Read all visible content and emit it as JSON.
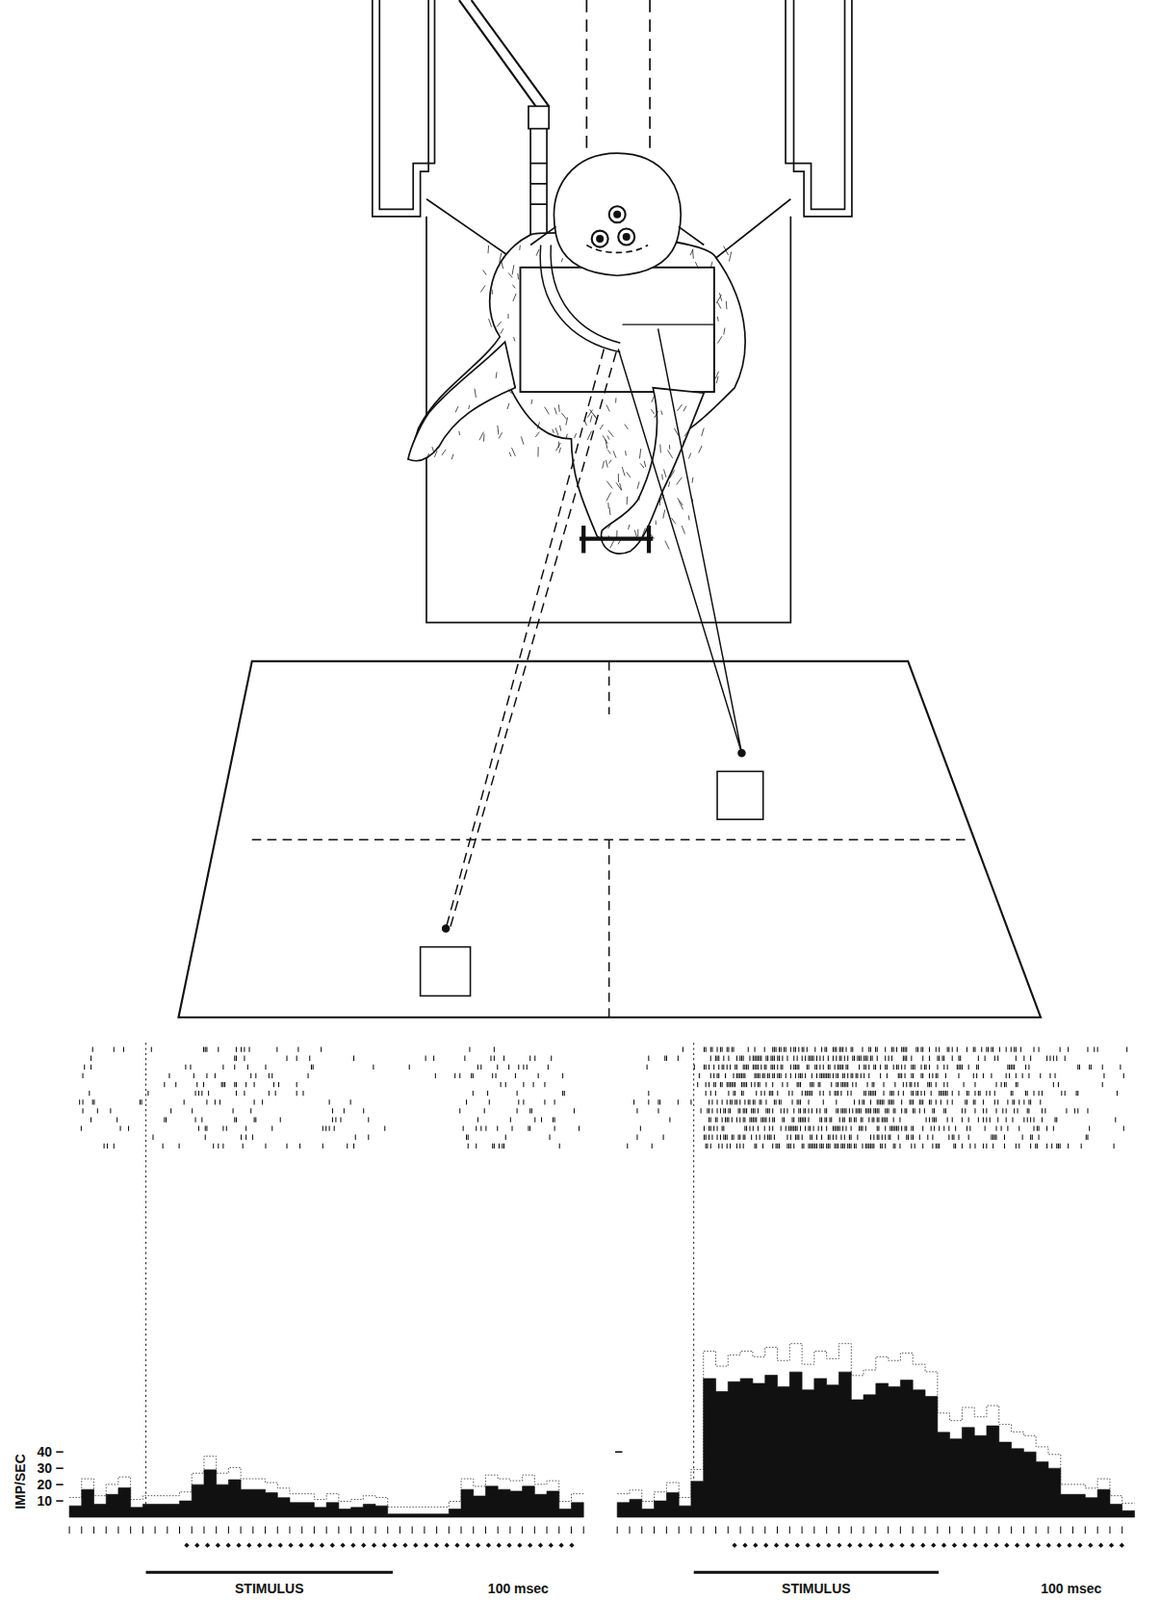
{
  "diagram": {
    "labels": [
      "IMP/SEC",
      "40",
      "30",
      "20",
      "10",
      "STIMULUS",
      "100 msec",
      "STIMULUS",
      "100 msec"
    ]
  }
}
